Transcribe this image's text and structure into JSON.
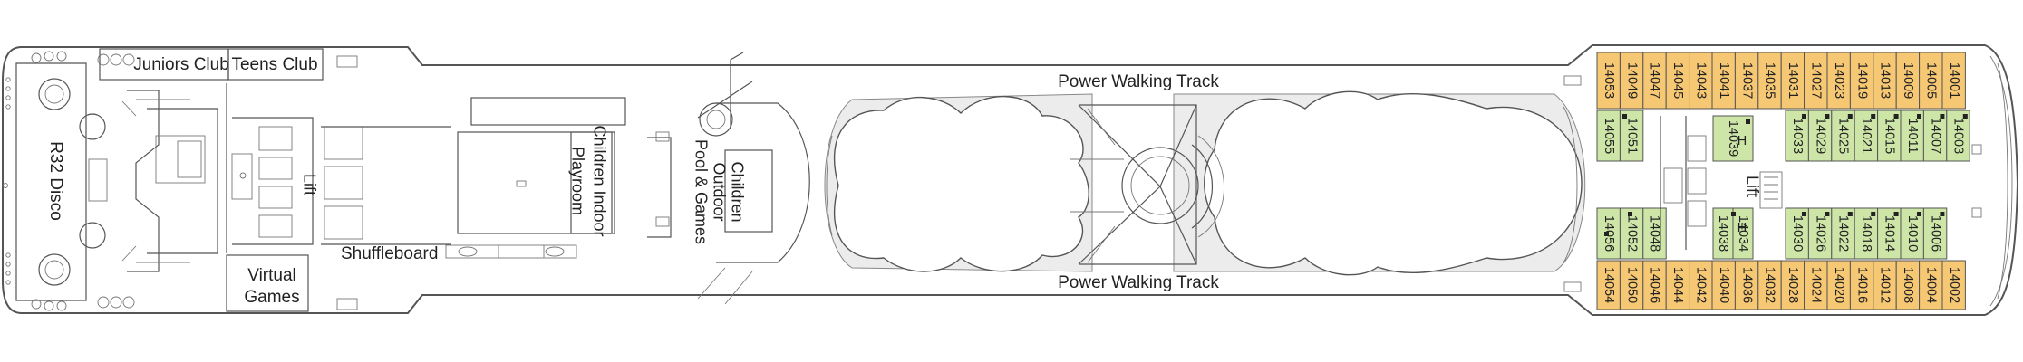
{
  "colors": {
    "cabin_orange": "#f7c873",
    "cabin_green": "#cde6a8",
    "deck_gray": "#ececec",
    "outline": "#555555"
  },
  "labels": {
    "juniors_club": "Juniors Club",
    "teens_club": "Teens Club",
    "r32_disco": "R32 Disco",
    "lift_left": "Lift",
    "lift_right": "Lift",
    "shuffleboard": "Shuffleboard",
    "virtual_games_1": "Virtual",
    "virtual_games_2": "Games",
    "children_indoor_1": "Children Indoor",
    "children_indoor_2": "Playroom",
    "children_outdoor_1": "Children",
    "children_outdoor_2": "Outdoor",
    "children_outdoor_3": "Pool & Games",
    "power_walking_top": "Power Walking Track",
    "power_walking_bottom": "Power Walking Track",
    "h_top": "H",
    "h_bottom": "H"
  },
  "cabins": {
    "top_orange": [
      "14053",
      "14049",
      "14047",
      "14045",
      "14043",
      "14041",
      "14037",
      "14035",
      "14031",
      "14027",
      "14023",
      "14019",
      "14013",
      "14009",
      "14005",
      "14001"
    ],
    "top_green_left": [
      "14055",
      "14051"
    ],
    "top_green_mid": [
      "14039"
    ],
    "top_green_right": [
      "14033",
      "14029",
      "14025",
      "14021",
      "14015",
      "14011",
      "14007",
      "14003"
    ],
    "bottom_green_left": [
      "14056",
      "14052",
      "14048"
    ],
    "bottom_green_mid": [
      "14038",
      "14034"
    ],
    "bottom_green_right": [
      "14030",
      "14026",
      "14022",
      "14018",
      "14014",
      "14010",
      "14006"
    ],
    "bottom_orange": [
      "14054",
      "14050",
      "14046",
      "14044",
      "14042",
      "14040",
      "14036",
      "14032",
      "14028",
      "14024",
      "14020",
      "14016",
      "14012",
      "14008",
      "14004",
      "14002"
    ]
  }
}
